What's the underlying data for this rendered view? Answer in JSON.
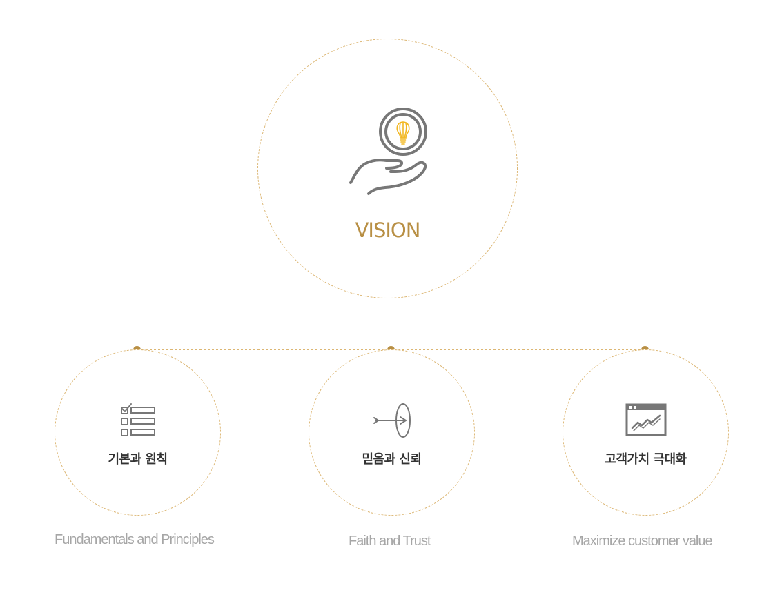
{
  "vision": {
    "title": "VISION",
    "icon": "hand-holding-lightbulb-icon"
  },
  "values": [
    {
      "title_ko": "기본과 원칙",
      "title_en": "Fundamentals and Principles",
      "icon": "checklist-icon"
    },
    {
      "title_ko": "믿음과 신뢰",
      "title_en": "Faith and Trust",
      "icon": "arrow-target-icon"
    },
    {
      "title_ko": "고객가치 극대화",
      "title_en": "Maximize customer value",
      "icon": "growth-chart-window-icon"
    }
  ],
  "colors": {
    "accent": "#b88f44",
    "dashed_line": "#dcb673",
    "icon_gray": "#777777",
    "bulb_yellow": "#f2b824",
    "title_dark": "#333333",
    "label_gray": "#a6a6a6"
  }
}
